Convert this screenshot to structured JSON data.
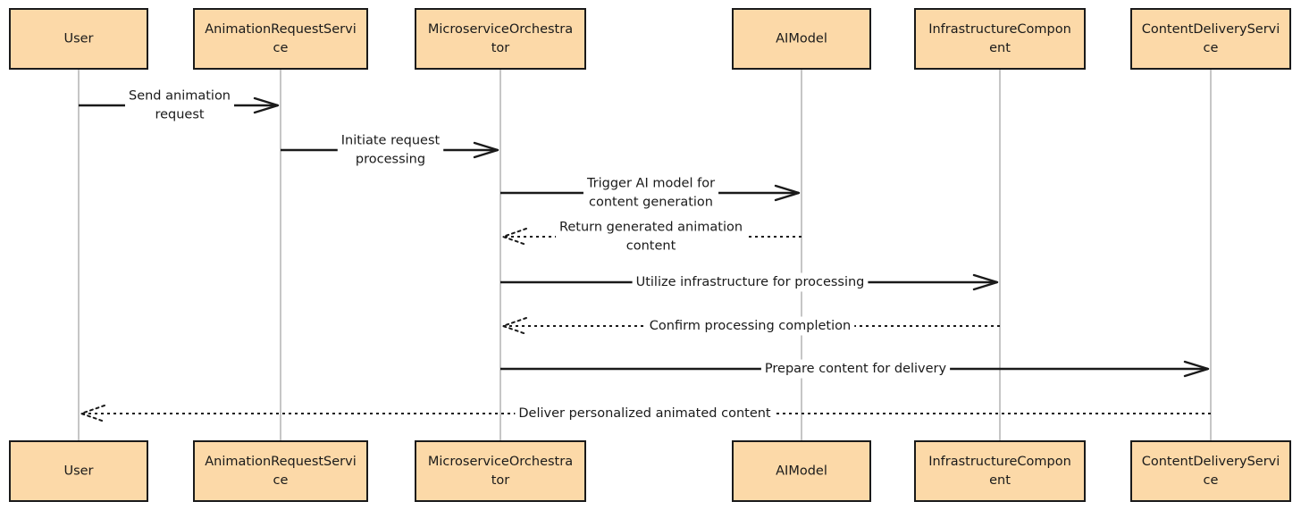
{
  "participants": [
    {
      "id": "user",
      "label_lines": [
        "User"
      ]
    },
    {
      "id": "ars",
      "label_lines": [
        "AnimationRequestServi",
        "ce"
      ]
    },
    {
      "id": "mso",
      "label_lines": [
        "MicroserviceOrchestra",
        "tor"
      ]
    },
    {
      "id": "ai",
      "label_lines": [
        "AIModel"
      ]
    },
    {
      "id": "infra",
      "label_lines": [
        "InfrastructureCompon",
        "ent"
      ]
    },
    {
      "id": "cds",
      "label_lines": [
        "ContentDeliveryServi",
        "ce"
      ]
    }
  ],
  "messages": [
    {
      "from": "user",
      "to": "ars",
      "style": "solid",
      "label_lines": [
        "Send animation",
        "request"
      ]
    },
    {
      "from": "ars",
      "to": "mso",
      "style": "solid",
      "label_lines": [
        "Initiate request",
        "processing"
      ]
    },
    {
      "from": "mso",
      "to": "ai",
      "style": "solid",
      "label_lines": [
        "Trigger AI model for",
        "content generation"
      ]
    },
    {
      "from": "ai",
      "to": "mso",
      "style": "dashed",
      "label_lines": [
        "Return generated animation",
        "content"
      ]
    },
    {
      "from": "mso",
      "to": "infra",
      "style": "solid",
      "label_lines": [
        "Utilize infrastructure for processing"
      ]
    },
    {
      "from": "infra",
      "to": "mso",
      "style": "dashed",
      "label_lines": [
        "Confirm processing completion"
      ]
    },
    {
      "from": "mso",
      "to": "cds",
      "style": "solid",
      "label_lines": [
        "Prepare content for delivery"
      ]
    },
    {
      "from": "cds",
      "to": "user",
      "style": "dashed",
      "label_lines": [
        "Deliver personalized animated content"
      ]
    }
  ],
  "colors": {
    "actor_fill": "#fcd9a8",
    "stroke": "#1a1a1a",
    "lifeline": "#8c8c8c",
    "background": "#ffffff"
  }
}
